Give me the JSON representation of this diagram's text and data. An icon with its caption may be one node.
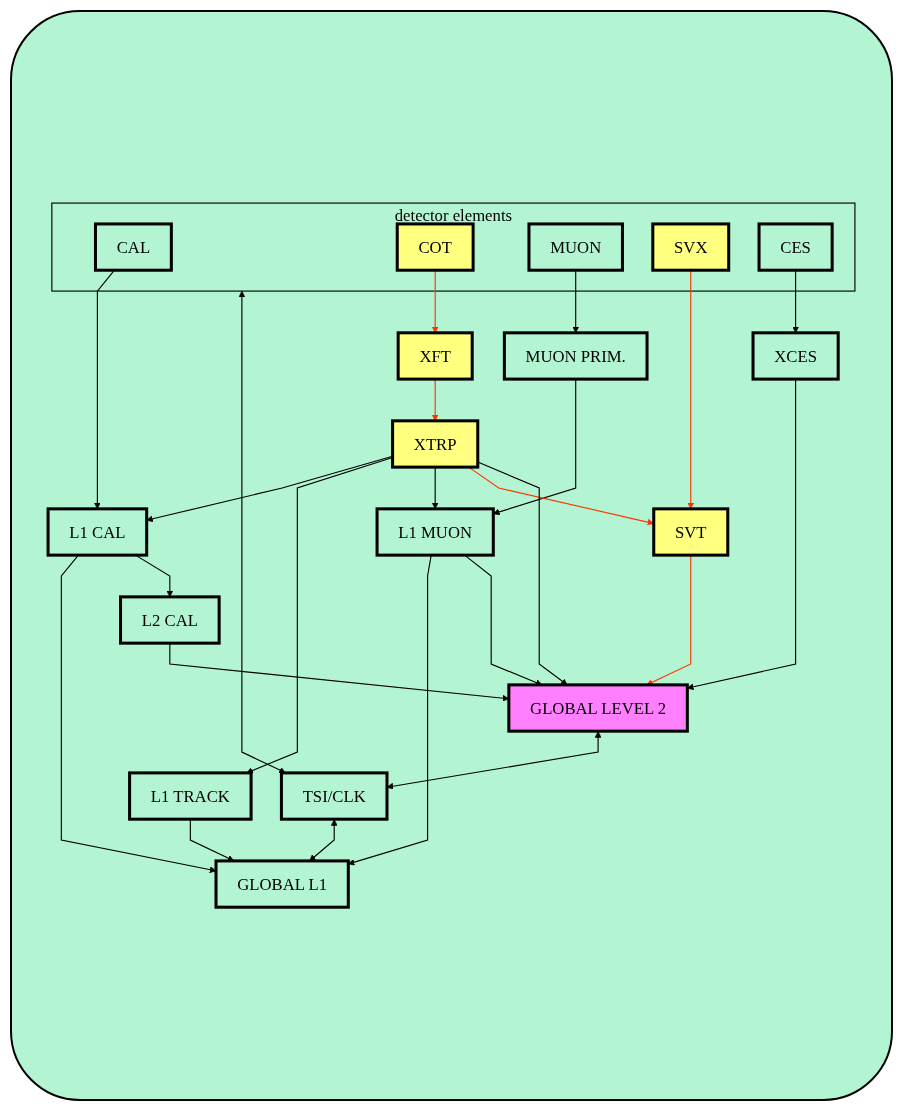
{
  "diagram": {
    "nodes": [
      {
        "text": [
          "detector elements"
        ]
      },
      {
        "text": [
          "CAL"
        ],
        "in": 0
      },
      {
        "text": [
          "COT"
        ],
        "in": 0
      },
      {
        "text": [
          "MUON"
        ],
        "in": 0
      },
      {
        "text": [
          "SVX"
        ],
        "in": 0
      },
      {
        "text": [
          "CES"
        ],
        "in": 0
      },
      {
        "text": [
          "XFT"
        ]
      },
      {
        "text": [
          "MUON PRIM."
        ]
      },
      {
        "text": [
          "XCES"
        ]
      },
      {
        "text": [
          "XTRP"
        ]
      },
      {
        "text": [
          "L1 CAL"
        ]
      },
      {
        "text": [
          "L1 TRACK"
        ]
      },
      {
        "text": [
          "L1 MUON"
        ]
      },
      {
        "text": [
          "GLOBAL L1"
        ]
      },
      {
        "text": [
          "SVT"
        ]
      },
      {
        "text": [
          "L2 CAL"
        ]
      },
      {
        "text": [
          "GLOBAL LEVEL 2"
        ]
      },
      {
        "text": [
          "TSI/CLK"
        ]
      }
    ],
    "edges": [
      {
        "from": 1,
        "to": 10,
        "arrow": "to"
      },
      {
        "from": 2,
        "to": 6,
        "arrow": "to",
        "color": "#ff3300"
      },
      {
        "from": 3,
        "to": 7,
        "arrow": "to"
      },
      {
        "from": 5,
        "to": 8,
        "arrow": "to"
      },
      {
        "from": 6,
        "to": 9,
        "arrow": "to",
        "color": "#ff3300"
      },
      {
        "from": 7,
        "to": 12,
        "arrow": "to"
      },
      {
        "from": 9,
        "to": 10,
        "arrow": "to"
      },
      {
        "from": 9,
        "to": 11,
        "arrow": "to"
      },
      {
        "from": 9,
        "to": 12,
        "arrow": "to"
      },
      {
        "from": 9,
        "to": 14,
        "arrow": "to",
        "color": "#ff3300"
      },
      {
        "from": 4,
        "to": 14,
        "arrow": "to",
        "color": "#ff3300"
      },
      {
        "from": 10,
        "to": 13,
        "arrow": "to"
      },
      {
        "from": 11,
        "to": 13,
        "arrow": "to"
      },
      {
        "from": 12,
        "to": 13,
        "arrow": "to"
      },
      {
        "from": 10,
        "to": 15,
        "arrow": "to"
      },
      {
        "from": 12,
        "to": 16,
        "arrow": "to"
      },
      {
        "from": 9,
        "to": 16,
        "arrow": "to"
      },
      {
        "from": 14,
        "to": 16,
        "arrow": "to",
        "color": "#ff3300"
      },
      {
        "from": 8,
        "to": 16,
        "arrow": "to"
      },
      {
        "from": 15,
        "to": 16,
        "arrow": "to"
      },
      {
        "from": 17,
        "to": 13,
        "arrow": "both"
      },
      {
        "from": 16,
        "to": 17,
        "arrow": "both"
      },
      {
        "from": 17,
        "to": 0,
        "arrow": "both"
      }
    ]
  }
}
